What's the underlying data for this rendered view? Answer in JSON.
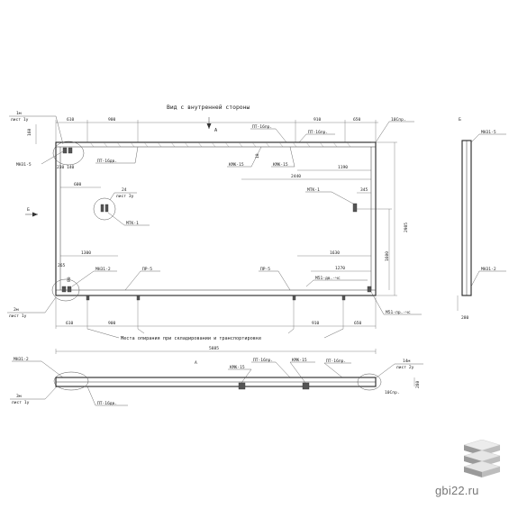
{
  "view_title": "Вид с внутренней стороны",
  "section_letters": {
    "a": "А",
    "b": "Б"
  },
  "nodes": {
    "node1": "1м",
    "node1_sheet": "лист 1у",
    "node2": "2м",
    "node2_sheet": "лист 1у",
    "node3": "3м",
    "node3_sheet": "лист 1у",
    "node14": "14м",
    "node14_sheet": "лист 2у",
    "node24": "24",
    "node24_sheet": "лист 3у"
  },
  "labels": {
    "mn31_5_left": "МН31-5",
    "mn31_5_right": "МН31-5",
    "mn31_2_main": "МН31-2",
    "mn31_2_right": "МН31-2",
    "mn31_2_bottom": "МН31-2",
    "pt16_top_left": "ПТ-16дв.",
    "pt16_top_mid": "ПТ-16пр.",
    "pt16_top_right": "ПТ-16пр.",
    "kmk15_a": "КМК-15",
    "kmk15_b": "КМК-15",
    "kmk15_c": "КМК-15",
    "kmk15_d": "КМК-15",
    "mtk1_a": "МТК-1",
    "mtk1_b": "МТК-1",
    "pr5_a": "ПР-5",
    "pr5_b": "ПР-5",
    "m51_right": "М51-пр.-чс",
    "m51_mid": "М51-дв.-чс",
    "ten_c_pr": "10Спр.",
    "ten_c_bottom": "10Спр.",
    "pt16_bottom_left": "ПТ-16дв.",
    "pt16_bottom_mid": "ПТ-16пр.",
    "pt16_bottom_right": "ПТ-16пр.",
    "support_note": "Места опирания при складировании и транспортировке"
  },
  "dims": {
    "d610_top": "610",
    "d900_top": "900",
    "d910_top": "910",
    "d650_top": "650",
    "d160": "160",
    "d230": "230",
    "d140": "140",
    "d1190": "1190",
    "d10": "10",
    "d2440": "2440",
    "d600": "600",
    "d345": "345",
    "d2985": "2985",
    "d1600": "1600",
    "d1300": "1300",
    "d1630": "1630",
    "d1270": "1270",
    "d265": "265",
    "d80": "80",
    "d610_bot": "610",
    "d900_bot": "900",
    "d910_bot": "910",
    "d650_bot": "650",
    "d5885": "5885",
    "d280_b": "280",
    "d280_bottom": "280"
  },
  "watermark": "gbi22.ru",
  "colors": {
    "line": "#333333",
    "text": "#222222",
    "logo_light": "#e6e6e6",
    "logo_dark": "#9a9a9a",
    "watermark": "#777777"
  }
}
